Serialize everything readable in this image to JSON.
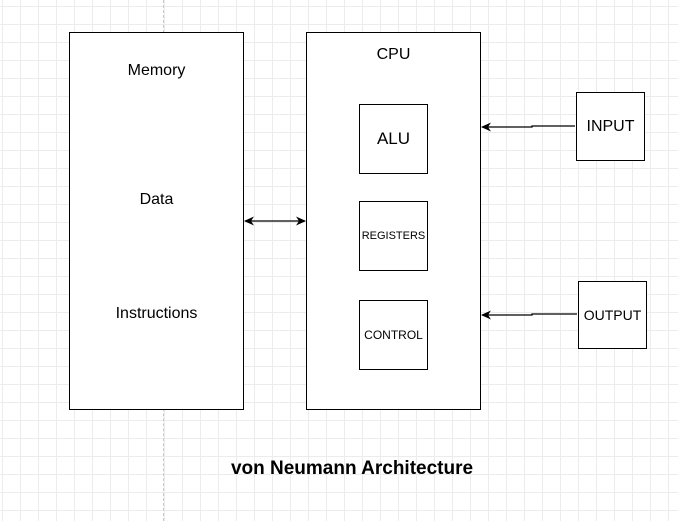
{
  "diagram": {
    "title": "von Neumann Architecture",
    "memory": {
      "title": "Memory",
      "data_label": "Data",
      "instructions_label": "Instructions"
    },
    "cpu": {
      "title": "CPU",
      "alu": "ALU",
      "registers": "REGISTERS",
      "control": "CONTROL"
    },
    "input": "INPUT",
    "output": "OUTPUT",
    "colors": {
      "stroke": "#000000",
      "box_fill": "#ffffff",
      "grid": "#e6e6e6"
    }
  }
}
